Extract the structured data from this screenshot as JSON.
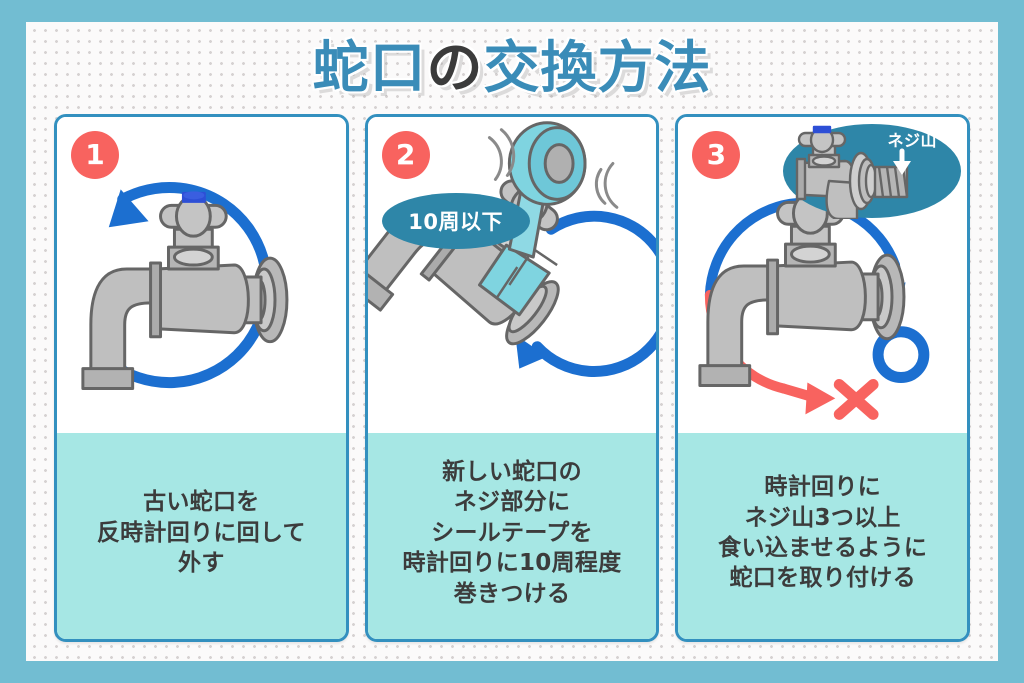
{
  "poster": {
    "title_part1": "蛇口",
    "title_part2": "の",
    "title_part3": "交換方法",
    "title_full": "蛇口の交換方法",
    "border_color": "#72bdd2",
    "background_color": "#fbfafa",
    "dot_color": "#d6d2d2"
  },
  "colors": {
    "title_blue": "#3a8cb8",
    "title_dark": "#3b3b3b",
    "card_border": "#3390bf",
    "caption_bg": "#a6e7e4",
    "caption_text": "#3c3c3c",
    "badge_red": "#f8635f",
    "arrow_blue": "#1c6fd0",
    "arrow_red": "#f8635f",
    "bubble_teal": "#2e86a8",
    "tape_cyan": "#7fd4e0",
    "metal_gray": "#b3b3b3",
    "metal_outline": "#666666"
  },
  "steps": [
    {
      "number": "1",
      "caption": "古い蛇口を\n反時計回りに回して\n外す",
      "icons": [
        "faucet-illustration",
        "counterclockwise-arrow"
      ]
    },
    {
      "number": "2",
      "caption": "新しい蛇口の\nネジ部分に\nシールテープを\n時計回りに10周程度\n巻きつける",
      "bubble_label": "10周以下",
      "icons": [
        "faucet-illustration",
        "seal-tape-roll",
        "clockwise-arrow",
        "bubble-pointer-arrow"
      ]
    },
    {
      "number": "3",
      "caption": "時計回りに\nネジ山3つ以上\n食い込ませるように\n蛇口を取り付ける",
      "inset_label": "ネジ山",
      "icons": [
        "faucet-illustration",
        "screw-thread-detail",
        "clockwise-arrow-ok",
        "counterclockwise-arrow-ng",
        "circle-ok-mark",
        "cross-ng-mark",
        "down-arrow"
      ]
    }
  ]
}
